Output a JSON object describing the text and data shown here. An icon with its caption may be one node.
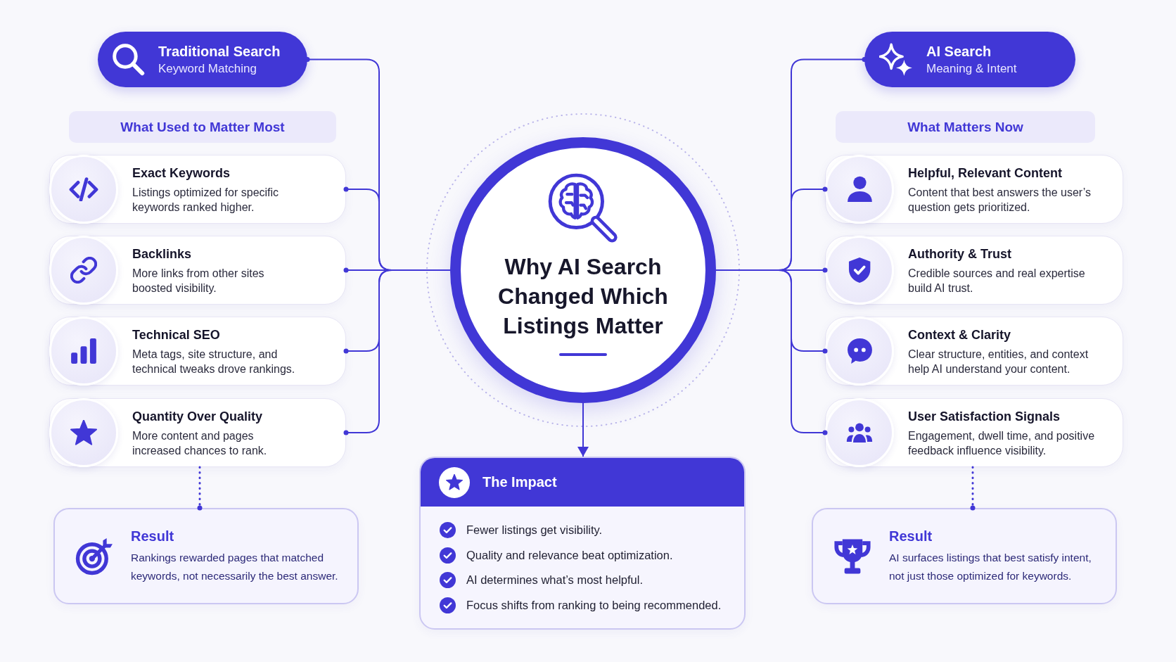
{
  "diagram": {
    "nodes": [
      {
        "text": [
          "Traditional Search",
          "Keyword Matching"
        ]
      },
      {
        "text": [
          "What Used to Matter Most"
        ]
      },
      {
        "text": [
          "Exact Keywords",
          "Listings optimized for specific keywords ranked higher."
        ]
      },
      {
        "text": [
          "Backlinks",
          "More links from other sites boosted visibility."
        ]
      },
      {
        "text": [
          "Technical SEO",
          "Meta tags, site structure, and technical tweaks drove rankings."
        ]
      },
      {
        "text": [
          "Quantity Over Quality",
          "More content and pages increased chances to rank."
        ]
      },
      {
        "text": [
          "Result",
          "Rankings rewarded pages that matched keywords, not necessarily the best answer."
        ]
      },
      {
        "text": [
          "Why AI Search Changed Which Listings Matter"
        ]
      },
      {
        "text": [
          "The Impact",
          "Fewer listings get visibility.",
          "Quality and relevance beat optimization.",
          "AI determines what’s most helpful.",
          "Focus shifts from ranking to being recommended."
        ]
      },
      {
        "text": [
          "AI Search",
          "Meaning & Intent"
        ]
      },
      {
        "text": [
          "What Matters Now"
        ]
      },
      {
        "text": [
          "Helpful, Relevant Content",
          "Content that best answers the user’s question gets prioritized."
        ]
      },
      {
        "text": [
          "Authority & Trust",
          "Credible sources and real expertise build AI trust."
        ]
      },
      {
        "text": [
          "Context & Clarity",
          "Clear structure, entities, and context help AI understand your content."
        ]
      },
      {
        "text": [
          "User Satisfaction Signals",
          "Engagement, dwell time, and positive feedback influence visibility."
        ]
      },
      {
        "text": [
          "Result",
          "AI surfaces listings that best satisfy intent, not just those optimized for keywords."
        ]
      }
    ],
    "edges": [
      {
        "from": 7,
        "to": 0,
        "arrow": "other"
      },
      {
        "from": 7,
        "to": 2,
        "arrow": "other"
      },
      {
        "from": 7,
        "to": 3,
        "arrow": "other"
      },
      {
        "from": 7,
        "to": 4,
        "arrow": "other"
      },
      {
        "from": 7,
        "to": 5,
        "arrow": "other"
      },
      {
        "from": 7,
        "to": 9,
        "arrow": "other"
      },
      {
        "from": 7,
        "to": 11,
        "arrow": "other"
      },
      {
        "from": 7,
        "to": 12,
        "arrow": "other"
      },
      {
        "from": 7,
        "to": 13,
        "arrow": "other"
      },
      {
        "from": 7,
        "to": 14,
        "arrow": "other"
      },
      {
        "from": 7,
        "to": 8,
        "arrow": "to"
      },
      {
        "from": 5,
        "to": 6,
        "arrow": "other",
        "style": "dashed"
      },
      {
        "from": 14,
        "to": 15,
        "arrow": "other",
        "style": "dashed"
      }
    ]
  }
}
